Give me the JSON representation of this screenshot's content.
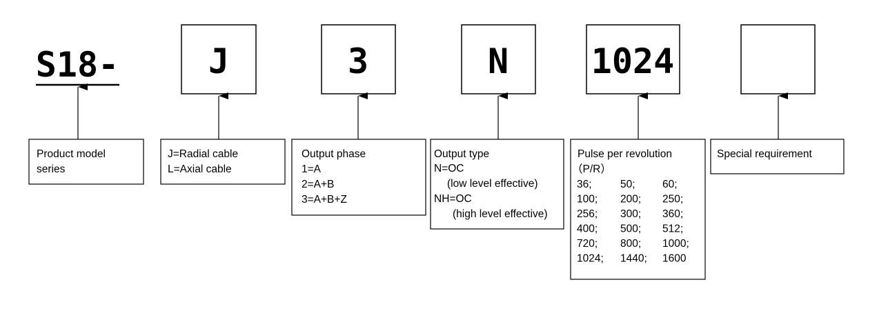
{
  "codes": [
    "S18-",
    "J",
    "3",
    "N",
    "1024",
    ""
  ],
  "descriptions": [
    {
      "lines": [
        "Product model",
        "series"
      ]
    },
    {
      "lines": [
        "J=Radial cable",
        "L=Axial cable"
      ]
    },
    {
      "lines": [
        "Output phase",
        "1=A",
        "2=A+B",
        "3=A+B+Z"
      ]
    },
    {
      "lines": [
        "Output type",
        "N=OC",
        "(low level effective)",
        "NH=OC",
        "(high level effective)"
      ]
    },
    {
      "lines": [
        "Pulse per revolution",
        "（P/R）"
      ],
      "table": [
        [
          "36;",
          "50;",
          "60;"
        ],
        [
          "100;",
          "200;",
          "250;"
        ],
        [
          "256;",
          "300;",
          "360;"
        ],
        [
          "400;",
          "500;",
          "512;"
        ],
        [
          "720;",
          "800;",
          "1000;"
        ],
        [
          "1024;",
          "1440;",
          "1600"
        ]
      ]
    },
    {
      "lines": [
        "Special requirement"
      ]
    }
  ]
}
